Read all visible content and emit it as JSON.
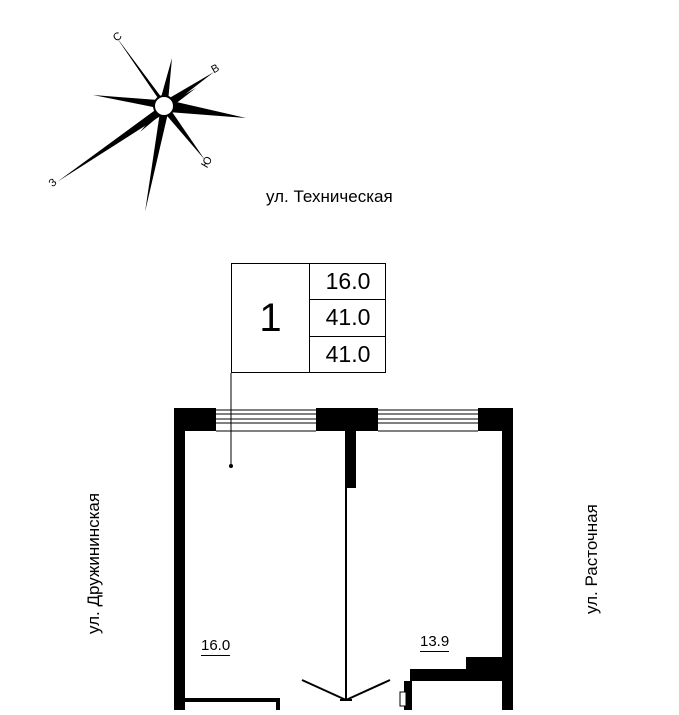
{
  "compass": {
    "north": "С",
    "east": "В",
    "south": "Ю",
    "west": "З"
  },
  "streets": {
    "top": "ул. Техническая",
    "left": "ул. Дружининская",
    "right": "ул. Расточная"
  },
  "legend": {
    "room_number": "1",
    "values": [
      "16.0",
      "41.0",
      "41.0"
    ]
  },
  "rooms": {
    "left_area": "16.0",
    "right_area": "13.9"
  }
}
